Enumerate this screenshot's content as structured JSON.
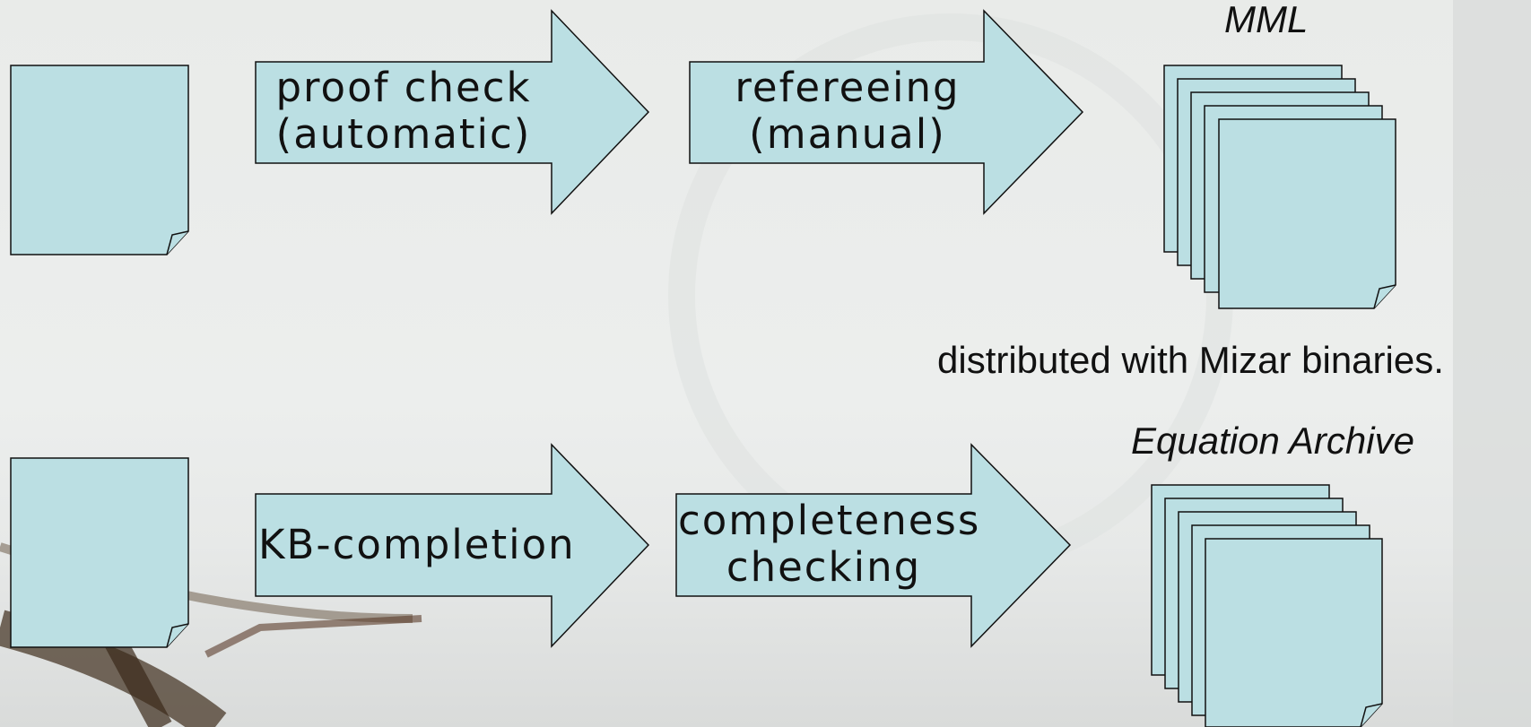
{
  "colors": {
    "fill": "#bbdfe3",
    "stroke": "#111111"
  },
  "row1": {
    "arrow1": {
      "line1": "proof check",
      "line2": "(automatic)"
    },
    "arrow2": {
      "line1": "refereeing",
      "line2": "(manual)"
    },
    "library_label": "MML",
    "note": "distributed with Mizar binaries."
  },
  "row2": {
    "arrow1": {
      "line1": "KB-completion"
    },
    "arrow2": {
      "line1": "completeness",
      "line2": "checking"
    },
    "library_label": "Equation Archive"
  }
}
